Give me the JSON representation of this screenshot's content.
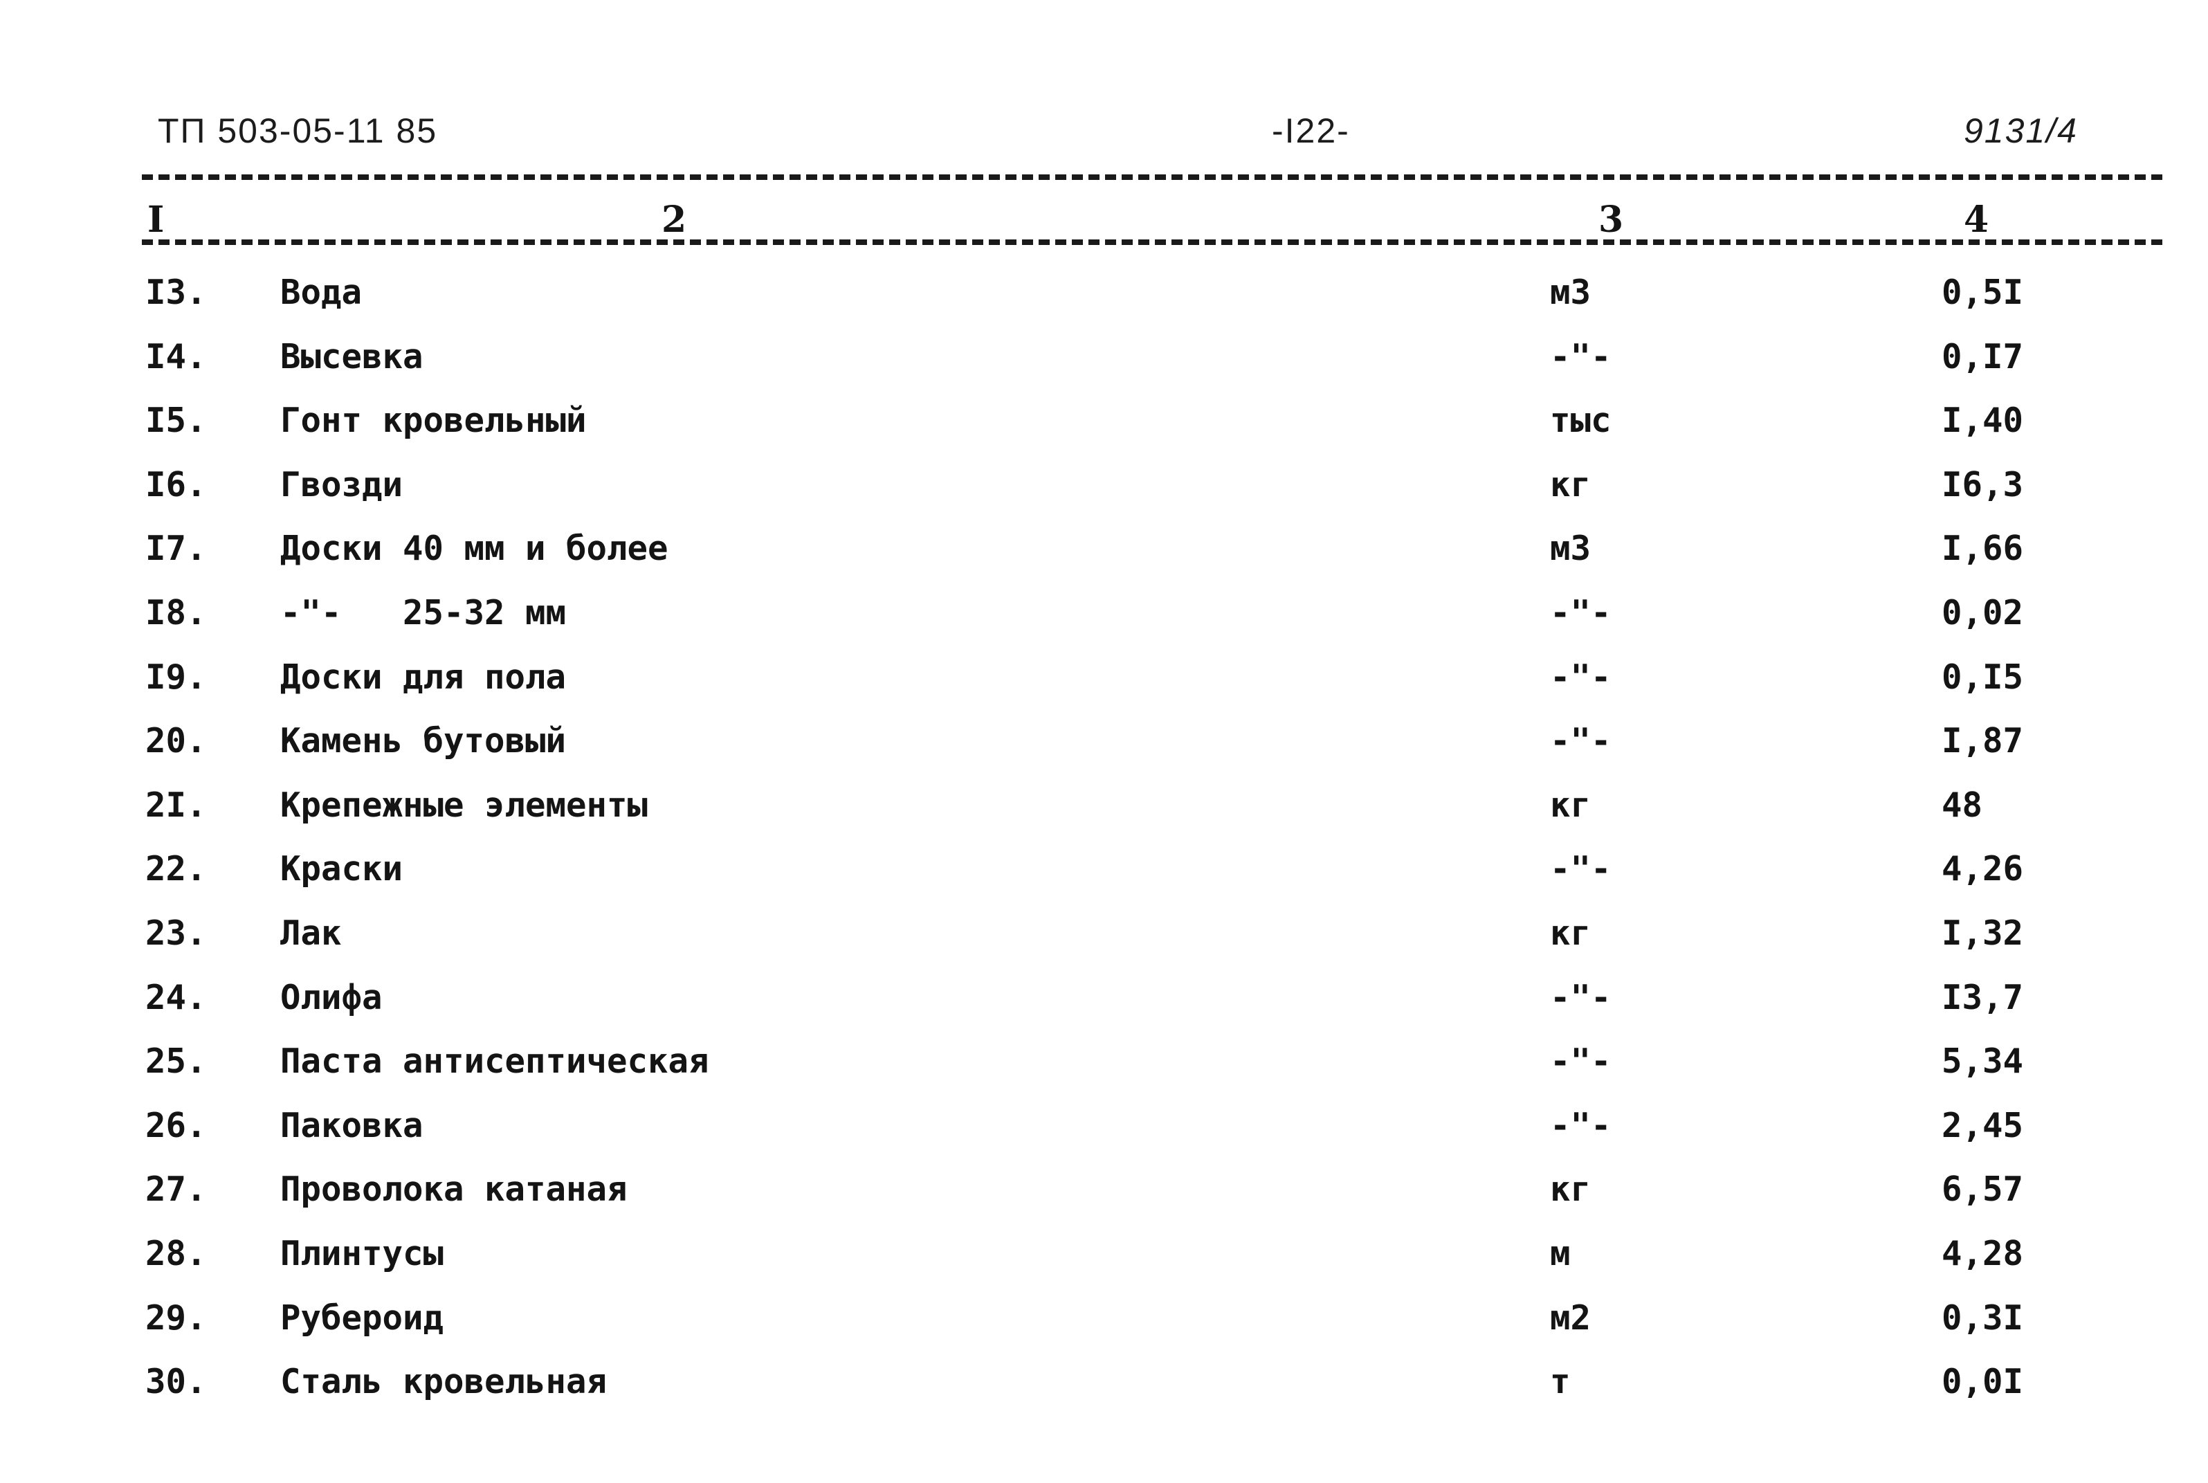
{
  "header": {
    "doc_code": "ТП 503-05-11 85",
    "page_number": "-I22-",
    "album_code": "9131/4"
  },
  "columns": [
    "I",
    "2",
    "3",
    "4"
  ],
  "rows": [
    {
      "num": "I3.",
      "name": "Вода",
      "unit": "м3",
      "value": "0,5I"
    },
    {
      "num": "I4.",
      "name": "Высевка",
      "unit": "-\"-",
      "value": "0,I7"
    },
    {
      "num": "I5.",
      "name": "Гонт кровельный",
      "unit": "тыс",
      "value": "I,40"
    },
    {
      "num": "I6.",
      "name": "Гвозди",
      "unit": "кг",
      "value": "I6,3"
    },
    {
      "num": "I7.",
      "name": "Доски 40 мм и более",
      "unit": "м3",
      "value": "I,66"
    },
    {
      "num": "I8.",
      "name": "-\"-   25-32 мм",
      "unit": "-\"-",
      "value": "0,02"
    },
    {
      "num": "I9.",
      "name": "Доски для пола",
      "unit": "-\"-",
      "value": "0,I5"
    },
    {
      "num": "20.",
      "name": "Камень бутовый",
      "unit": "-\"-",
      "value": "I,87"
    },
    {
      "num": "2I.",
      "name": "Крепежные элементы",
      "unit": "кг",
      "value": "48"
    },
    {
      "num": "22.",
      "name": "Краски",
      "unit": "-\"-",
      "value": "4,26"
    },
    {
      "num": "23.",
      "name": "Лак",
      "unit": "кг",
      "value": "I,32"
    },
    {
      "num": "24.",
      "name": "Олифа",
      "unit": "-\"-",
      "value": "I3,7"
    },
    {
      "num": "25.",
      "name": "Паста антисептическая",
      "unit": "-\"-",
      "value": "5,34"
    },
    {
      "num": "26.",
      "name": "Паковка",
      "unit": "-\"-",
      "value": "2,45"
    },
    {
      "num": "27.",
      "name": "Проволока катаная",
      "unit": "кг",
      "value": "6,57"
    },
    {
      "num": "28.",
      "name": "Плинтусы",
      "unit": "м",
      "value": "4,28"
    },
    {
      "num": "29.",
      "name": "Рубероид",
      "unit": "м2",
      "value": "0,3I"
    },
    {
      "num": "30.",
      "name": "Сталь кровельная",
      "unit": "т",
      "value": "0,0I"
    }
  ]
}
